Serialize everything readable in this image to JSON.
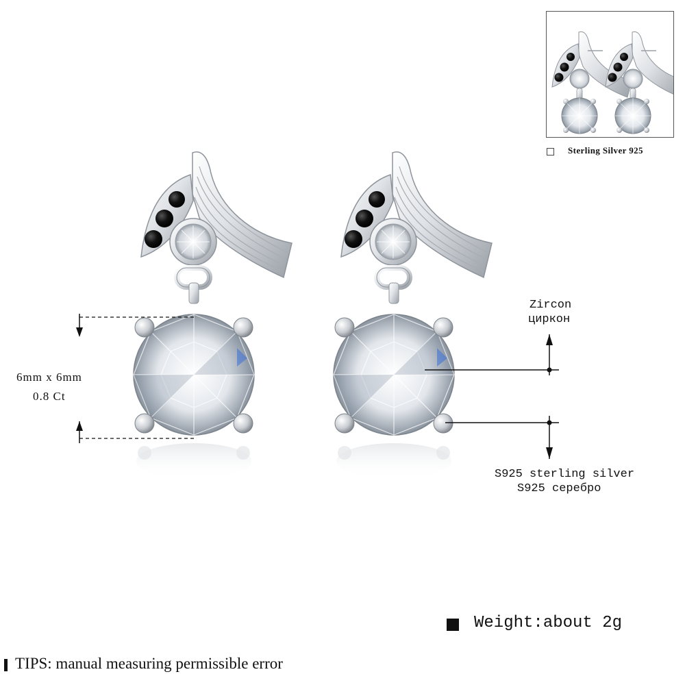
{
  "thumbnail": {
    "option_label": "Sterling Silver 925"
  },
  "dimensions": {
    "size": "6mm x 6mm",
    "carat": "0.8 Ct"
  },
  "callouts": {
    "zircon_en": "Zircon",
    "zircon_ru": "циркон",
    "silver_en": "S925 sterling silver",
    "silver_ru": "S925 серебро"
  },
  "footer": {
    "weight": "Weight:about 2g",
    "tips": "TIPS: manual measuring permissible error"
  },
  "colors": {
    "silver_light": "#f4f5f7",
    "silver_mid": "#c9ccd1",
    "silver_dark": "#8b9097",
    "black_stone": "#0b0b0c",
    "text": "#111111"
  }
}
